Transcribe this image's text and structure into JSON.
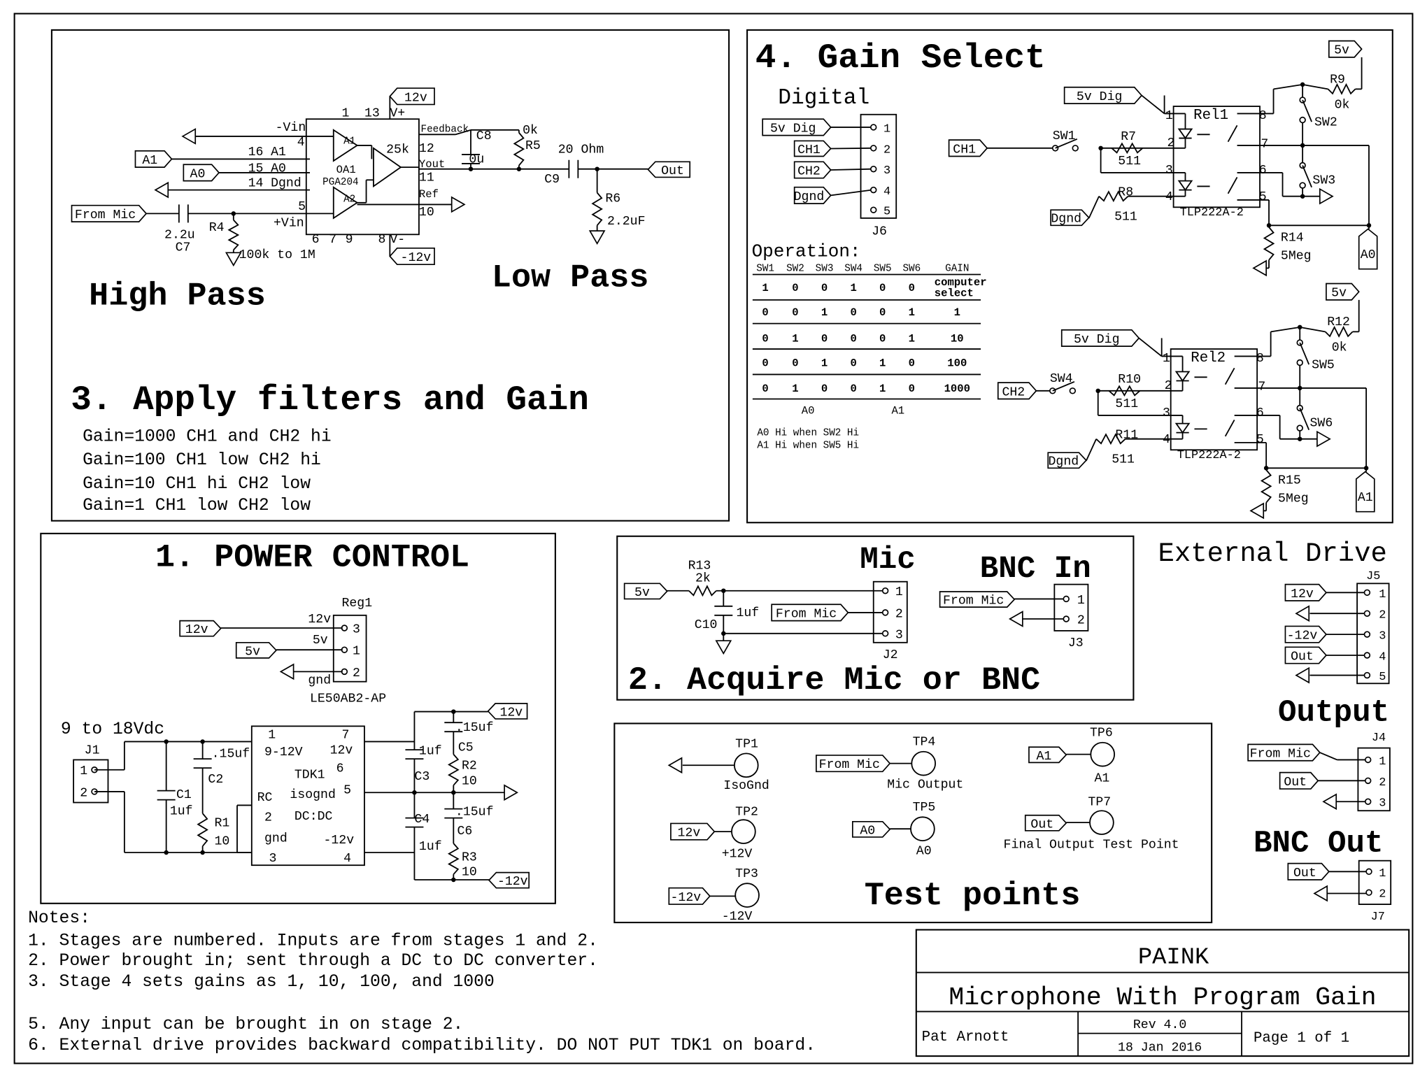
{
  "sheet": {
    "notes_title": "Notes:",
    "notes": [
      "1. Stages are numbered. Inputs are from stages 1 and 2.",
      "2. Power brought in; sent through a DC to DC converter.",
      "3. Stage 4 sets gains as 1, 10, 100, and 1000",
      "5. Any input can be brought in on stage 2.",
      "6. External drive provides backward compatibility. DO NOT PUT TDK1 on board."
    ],
    "title_block": {
      "company": "PAINK",
      "title": "Microphone With Program Gain",
      "author": "Pat Arnott",
      "rev": "Rev 4.0",
      "date": "18 Jan 2016",
      "page": "Page 1 of 1"
    }
  },
  "s3": {
    "title": "3. Apply filters and Gain",
    "high_pass": "High Pass",
    "low_pass": "Low Pass",
    "gain_notes": [
      "Gain=1000 CH1 and CH2 hi",
      "Gain=100 CH1 low CH2 hi",
      "Gain=10 CH1 hi CH2 low",
      "Gain=1 CH1 low CH2 low"
    ],
    "ports": {
      "v12": "12v",
      "vm12": "-12v",
      "a1": "A1",
      "a0": "A0",
      "from_mic": "From Mic",
      "out": "Out"
    },
    "labels": [
      "1",
      "13",
      "V+",
      "-Vin",
      "Feedback",
      "C8",
      "0k",
      "R5",
      "4",
      "A1",
      "25k",
      "12",
      "16",
      "A1",
      "Yout",
      "0u",
      "20 Ohm",
      "15",
      "A0",
      "OA1",
      "11",
      "C9",
      "14",
      "Dgnd",
      "PGA204",
      "Ref",
      "5",
      "A2",
      "10",
      "R6",
      "2.2uF",
      "+Vin",
      "6",
      "7",
      "9",
      "8",
      "V-",
      "2.2u",
      "C7",
      "R4",
      "100k to 1M"
    ]
  },
  "s4": {
    "title": "4. Gain Select",
    "digital": "Digital",
    "j6_ports": [
      "5v Dig",
      "CH1",
      "CH2",
      "Dgnd"
    ],
    "j6_pins": [
      "1",
      "2",
      "3",
      "4",
      "5"
    ],
    "j6": "J6",
    "operation": "Operation:",
    "table": {
      "headers": [
        "SW1",
        "SW2",
        "SW3",
        "SW4",
        "SW5",
        "SW6",
        "GAIN"
      ],
      "rows": [
        [
          "1",
          "0",
          "0",
          "1",
          "0",
          "0",
          "computer select"
        ],
        [
          "0",
          "0",
          "1",
          "0",
          "0",
          "1",
          "1"
        ],
        [
          "0",
          "1",
          "0",
          "0",
          "0",
          "1",
          "10"
        ],
        [
          "0",
          "0",
          "1",
          "0",
          "1",
          "0",
          "100"
        ],
        [
          "0",
          "1",
          "0",
          "0",
          "1",
          "0",
          "1000"
        ]
      ],
      "footer": [
        "A0",
        "A1"
      ]
    },
    "notes": [
      "A0 Hi when SW2 Hi",
      "A1 Hi when SW5 Hi"
    ],
    "relays": [
      {
        "ports": [
          "5v",
          "5v Dig",
          "CH1",
          "Dgnd",
          "A0"
        ],
        "labels": [
          "Rel1",
          "1",
          "8",
          "R9",
          "0k",
          "SW2",
          "SW1",
          "R7",
          "2",
          "7",
          "511",
          "3",
          "6",
          "SW3",
          "R8",
          "4",
          "5",
          "511",
          "TLP222A-2",
          "R14",
          "5Meg"
        ]
      },
      {
        "ports": [
          "5v",
          "5v Dig",
          "CH2",
          "Dgnd",
          "A1"
        ],
        "labels": [
          "Rel2",
          "1",
          "8",
          "R12",
          "0k",
          "SW5",
          "SW4",
          "R10",
          "2",
          "7",
          "511",
          "3",
          "6",
          "SW6",
          "R11",
          "4",
          "5",
          "511",
          "TLP222A-2",
          "R15",
          "5Meg"
        ]
      }
    ]
  },
  "s1": {
    "title": "1. POWER CONTROL",
    "ports": [
      "12v",
      "5v",
      "12v",
      "-12v"
    ],
    "labels": [
      "Reg1",
      "12v",
      "5v",
      "gnd",
      "3",
      "1",
      "2",
      "LE50AB2-AP",
      "9 to 18Vdc",
      "J1",
      "1",
      "2",
      ".15uf",
      "C2",
      "C1",
      "1uf",
      "R1",
      "10",
      "1",
      "7",
      "9-12V",
      "12v",
      "6",
      "TDK1",
      "RC",
      "isognd",
      "5",
      "2",
      "DC:DC",
      "gnd",
      "-12v",
      "3",
      "4",
      ".15uf",
      "C5",
      "1uf",
      "R2",
      "10",
      "C3",
      ".15uf",
      "C6",
      "C4",
      "1uf",
      "R3",
      "10"
    ]
  },
  "s2": {
    "mic": "Mic",
    "bnc_in": "BNC In",
    "title": "2. Acquire Mic or BNC",
    "ports": [
      "5v",
      "From Mic",
      "From Mic"
    ],
    "labels": [
      "R13",
      "2k",
      "1uf",
      "C10",
      "1",
      "2",
      "3",
      "J2",
      "1",
      "2",
      "J3"
    ]
  },
  "tp": {
    "title": "Test points",
    "ports": [
      "From Mic",
      "A1",
      "12v",
      "A0",
      "Out",
      "-12v"
    ],
    "labels": [
      "TP1",
      "IsoGnd",
      "TP4",
      "Mic Output",
      "TP6",
      "A1",
      "TP2",
      "+12V",
      "TP5",
      "A0",
      "TP7",
      "Final Output Test Point",
      "TP3",
      "-12V"
    ]
  },
  "right": {
    "external_drive": "External Drive",
    "output": "Output",
    "bnc_out": "BNC Out",
    "ports": [
      "12v",
      "-12v",
      "Out",
      "From Mic",
      "Out",
      "Out"
    ],
    "labels": [
      "J5",
      "1",
      "2",
      "3",
      "4",
      "5",
      "J4",
      "1",
      "2",
      "3",
      "J7",
      "1",
      "2"
    ]
  }
}
